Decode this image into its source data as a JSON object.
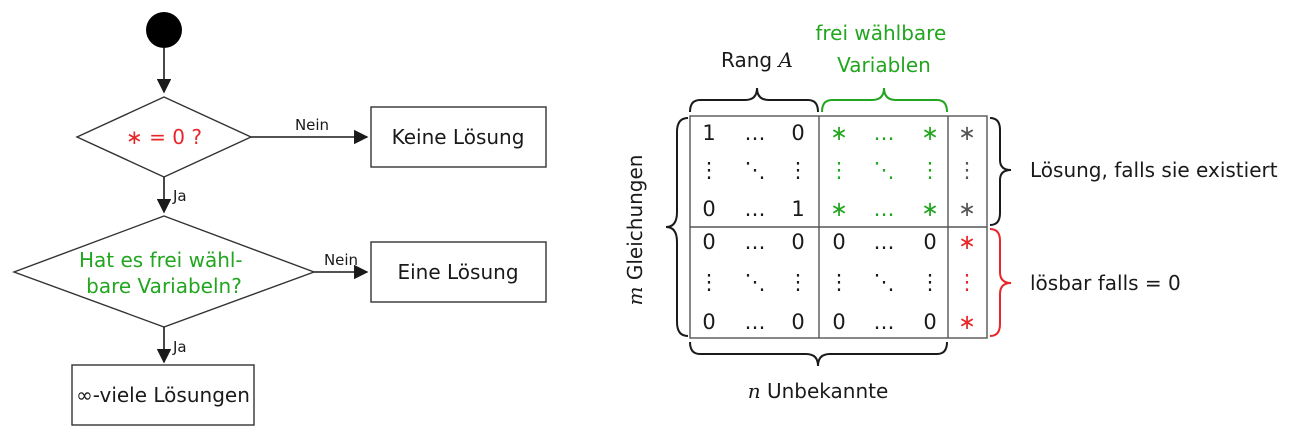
{
  "flowchart": {
    "decision1": {
      "star": "∗",
      "rest": " = 0 ?"
    },
    "no1": "Nein",
    "result1": "Keine Lösung",
    "yes1": "Ja",
    "decision2": {
      "line1": "Hat es frei wähl-",
      "line2": "bare Variabeln?"
    },
    "no2": "Nein",
    "result2": "Eine Lösung",
    "yes2": "Ja",
    "result3": {
      "inf": "∞",
      "rest": "-viele Lösungen"
    }
  },
  "matrix": {
    "top_label_rank": {
      "word": "Rang ",
      "var": "A"
    },
    "top_label_free": {
      "line1": "frei wählbare",
      "line2": "Variablen"
    },
    "left_label": {
      "var": "m",
      "word": " Gleichungen"
    },
    "bottom_label": {
      "var": "n",
      "word": " Unbekannte"
    },
    "right_label_solution": "Lösung, falls sie existiert",
    "right_label_solvable": "lösbar falls = 0",
    "glyphs": {
      "one": "1",
      "zero": "0",
      "hdots": "…",
      "vdots": "⋮",
      "ddots": "⋱",
      "star": "∗"
    }
  },
  "colors": {
    "green": "#22a51f",
    "red": "#e8262a",
    "black": "#1a1a1a",
    "gray": "#555555"
  }
}
